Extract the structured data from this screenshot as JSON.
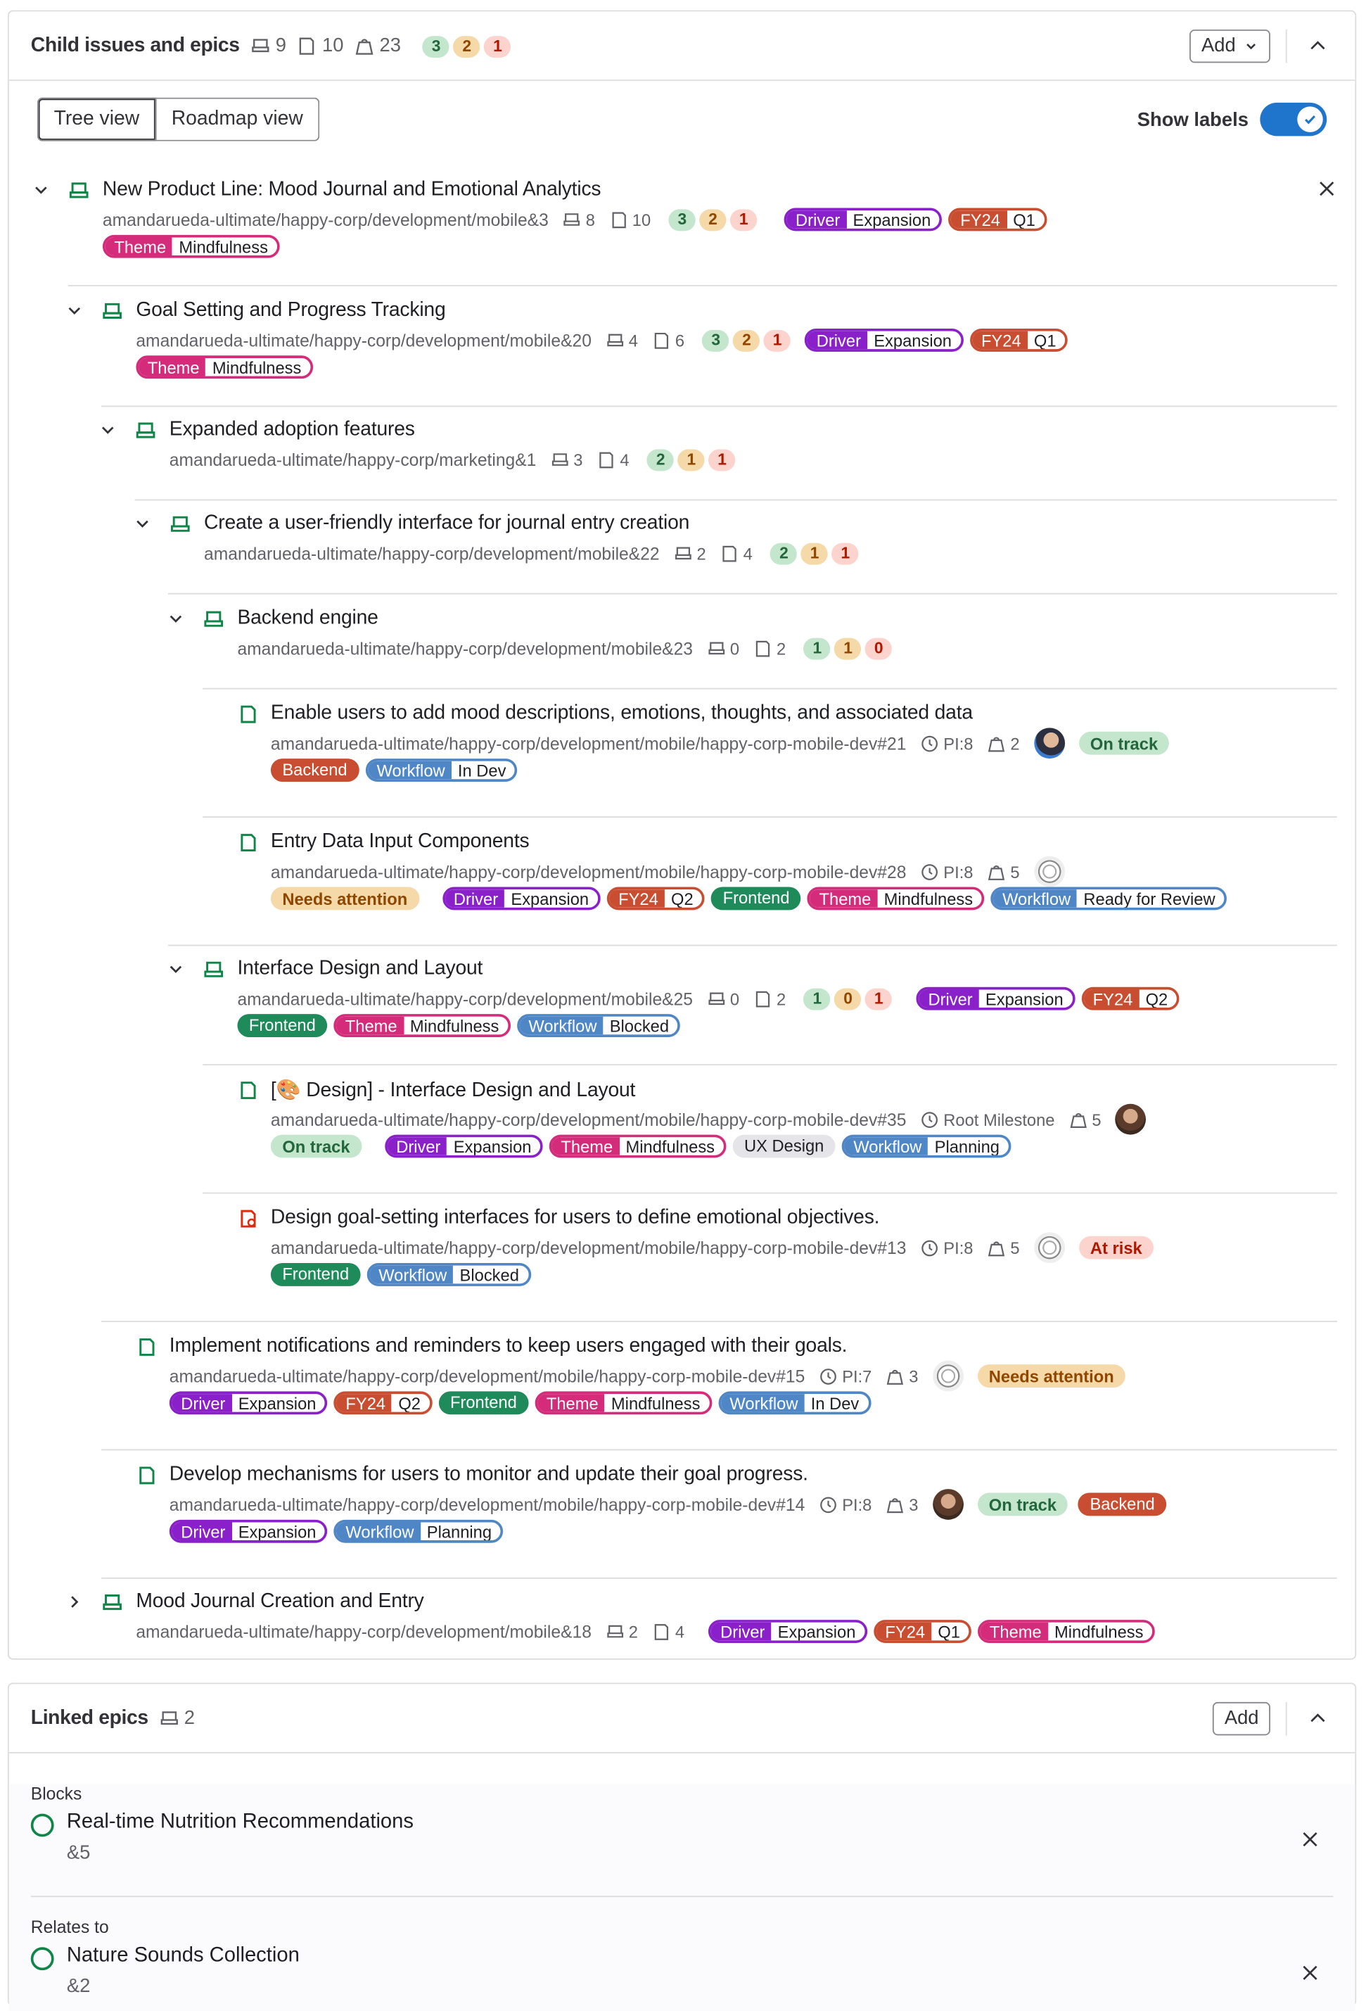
{
  "child_section": {
    "title": "Child issues and epics",
    "epics_count": "9",
    "issues_count": "10",
    "weight": "23",
    "health": [
      "3",
      "2",
      "1"
    ],
    "add_label": "Add"
  },
  "toolbar": {
    "tree_view": "Tree view",
    "roadmap_view": "Roadmap view",
    "show_labels": "Show labels"
  },
  "colors": {
    "driver": "#8a20c9",
    "fy24": "#c94d30",
    "theme": "#d42c7a",
    "workflow": "#4f86c6",
    "frontend": "#1f8a5a",
    "backend": "#c94d30",
    "epic_green": "#108548",
    "toggle_blue": "#1f75cb"
  },
  "items": [
    {
      "title": "New Product Line: Mood Journal and Emotional Analytics",
      "ref": "amandarueda-ultimate/happy-corp/development/mobile&3",
      "epics": "8",
      "issues": "10",
      "health": [
        "3",
        "2",
        "1"
      ],
      "labels_inline": [
        [
          "Driver",
          "Expansion"
        ],
        [
          "FY24",
          "Q1"
        ]
      ],
      "labels": [
        [
          "Theme",
          "Mindfulness"
        ]
      ]
    },
    {
      "title": "Goal Setting and Progress Tracking",
      "ref": "amandarueda-ultimate/happy-corp/development/mobile&20",
      "epics": "4",
      "issues": "6",
      "health": [
        "3",
        "2",
        "1"
      ],
      "labels_inline": [
        [
          "Driver",
          "Expansion"
        ],
        [
          "FY24",
          "Q1"
        ]
      ],
      "labels": [
        [
          "Theme",
          "Mindfulness"
        ]
      ]
    },
    {
      "title": "Expanded adoption features",
      "ref": "amandarueda-ultimate/happy-corp/marketing&1",
      "epics": "3",
      "issues": "4",
      "health": [
        "2",
        "1",
        "1"
      ]
    },
    {
      "title": "Create a user-friendly interface for journal entry creation",
      "ref": "amandarueda-ultimate/happy-corp/development/mobile&22",
      "epics": "2",
      "issues": "4",
      "health": [
        "2",
        "1",
        "1"
      ]
    },
    {
      "title": "Backend engine",
      "ref": "amandarueda-ultimate/happy-corp/development/mobile&23",
      "epics": "0",
      "issues": "2",
      "health": [
        "1",
        "1",
        "0"
      ]
    },
    {
      "title": "Enable users to add mood descriptions, emotions, thoughts, and associated data",
      "ref": "amandarueda-ultimate/happy-corp/development/mobile/happy-corp-mobile-dev#21",
      "milestone": "PI:8",
      "weight": "2",
      "status": "On track"
    },
    {
      "title": "Entry Data Input Components",
      "ref": "amandarueda-ultimate/happy-corp/development/mobile/happy-corp-mobile-dev#28",
      "milestone": "PI:8",
      "weight": "5",
      "status": "Needs attention"
    },
    {
      "title": "Interface Design and Layout",
      "ref": "amandarueda-ultimate/happy-corp/development/mobile&25",
      "epics": "0",
      "issues": "2",
      "health": [
        "1",
        "0",
        "1"
      ],
      "labels_inline": [
        [
          "Driver",
          "Expansion"
        ],
        [
          "FY24",
          "Q2"
        ]
      ]
    },
    {
      "title": "[🎨 Design] - Interface Design and Layout",
      "ref": "amandarueda-ultimate/happy-corp/development/mobile/happy-corp-mobile-dev#35",
      "milestone": "Root Milestone",
      "weight": "5",
      "status": "On track"
    },
    {
      "title": "Design goal-setting interfaces for users to define emotional objectives.",
      "ref": "amandarueda-ultimate/happy-corp/development/mobile/happy-corp-mobile-dev#13",
      "milestone": "PI:8",
      "weight": "5",
      "status": "At risk"
    },
    {
      "title": "Implement notifications and reminders to keep users engaged with their goals.",
      "ref": "amandarueda-ultimate/happy-corp/development/mobile/happy-corp-mobile-dev#15",
      "milestone": "PI:7",
      "weight": "3",
      "status": "Needs attention"
    },
    {
      "title": "Develop mechanisms for users to monitor and update their goal progress.",
      "ref": "amandarueda-ultimate/happy-corp/development/mobile/happy-corp-mobile-dev#14",
      "milestone": "PI:8",
      "weight": "3",
      "status": "On track"
    },
    {
      "title": "Mood Journal Creation and Entry",
      "ref": "amandarueda-ultimate/happy-corp/development/mobile&18",
      "epics": "2",
      "issues": "4"
    }
  ],
  "label_text": {
    "driver": "Driver",
    "expansion": "Expansion",
    "fy24": "FY24",
    "q1": "Q1",
    "q2": "Q2",
    "theme": "Theme",
    "mindfulness": "Mindfulness",
    "workflow": "Workflow",
    "in_dev": "In Dev",
    "ready": "Ready for Review",
    "blocked": "Blocked",
    "planning": "Planning",
    "backend": "Backend",
    "frontend": "Frontend",
    "ux": "UX Design"
  },
  "linked": {
    "title": "Linked epics",
    "count": "2",
    "add_label": "Add",
    "blocks_label": "Blocks",
    "relates_label": "Relates to",
    "blocks_item": {
      "name": "Real-time Nutrition Recommendations",
      "ref": "&5"
    },
    "relates_item": {
      "name": "Nature Sounds Collection",
      "ref": "&2"
    }
  }
}
